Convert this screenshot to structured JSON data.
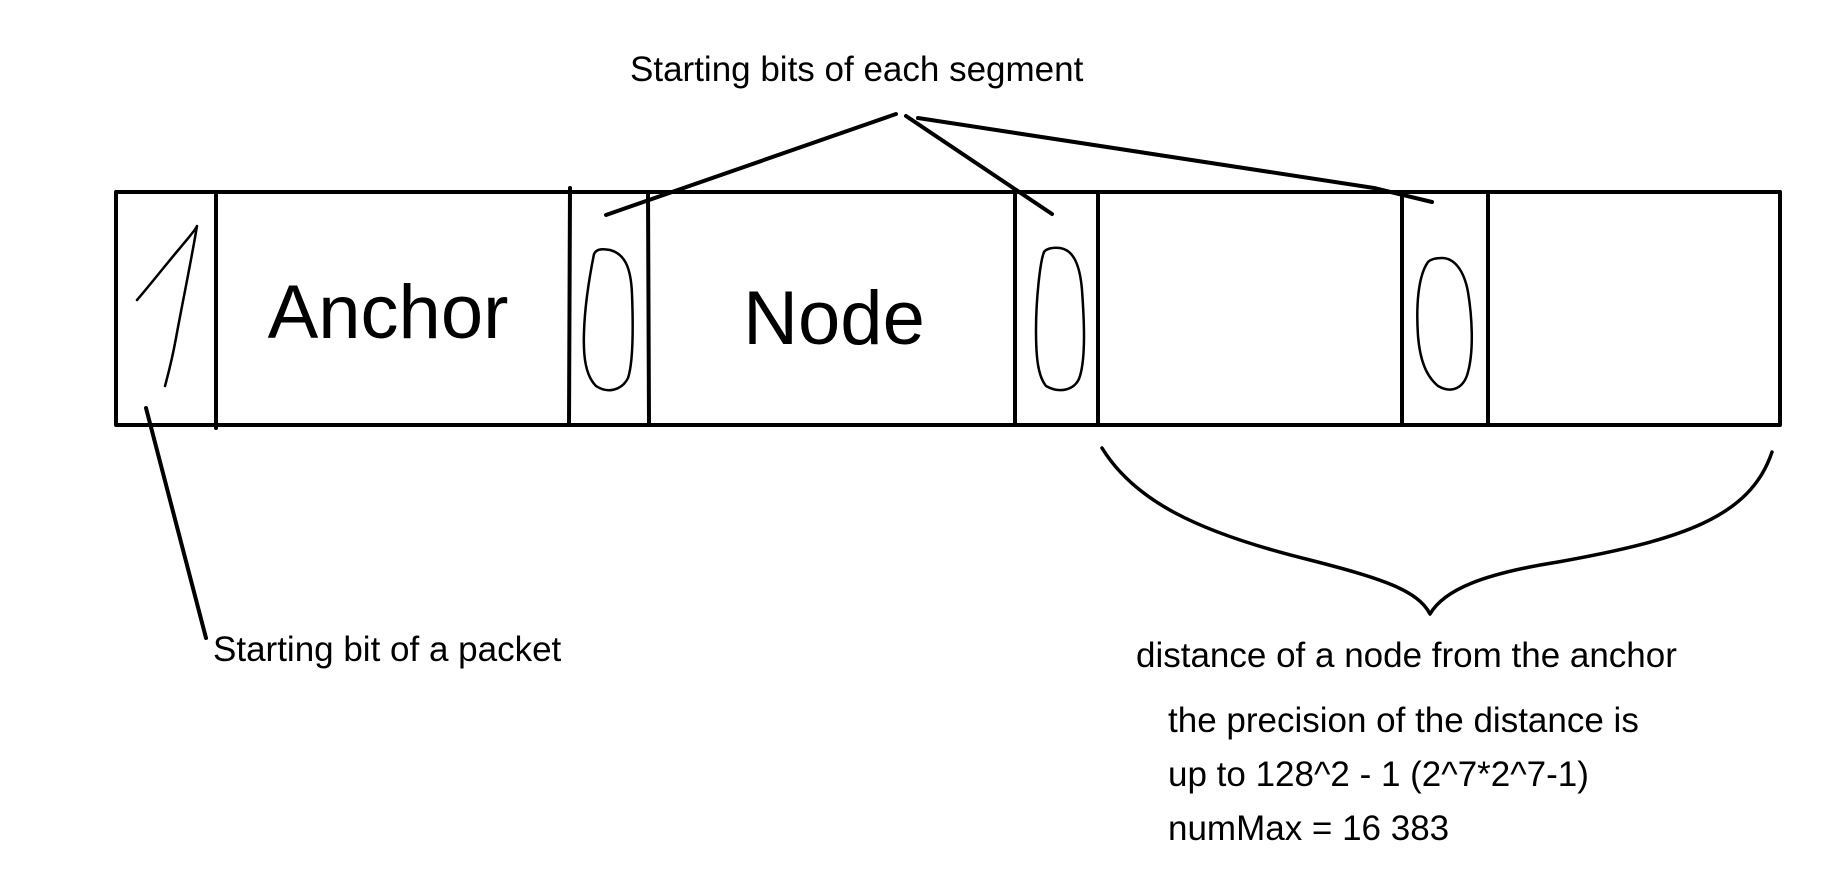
{
  "diagram": {
    "start_bit_value": "1",
    "segment_bit_value": "0",
    "fields": {
      "anchor": "Anchor",
      "node": "Node"
    },
    "labels": {
      "segment_starting_bits": "Starting bits of each segment",
      "packet_starting_bit": "Starting bit of a packet",
      "distance": "distance of a node from the anchor",
      "precision_line_1": "the precision of the distance is",
      "precision_line_2": "up to 128^2 - 1 (2^7*2^7-1)",
      "precision_line_3": "numMax = 16 383"
    }
  }
}
